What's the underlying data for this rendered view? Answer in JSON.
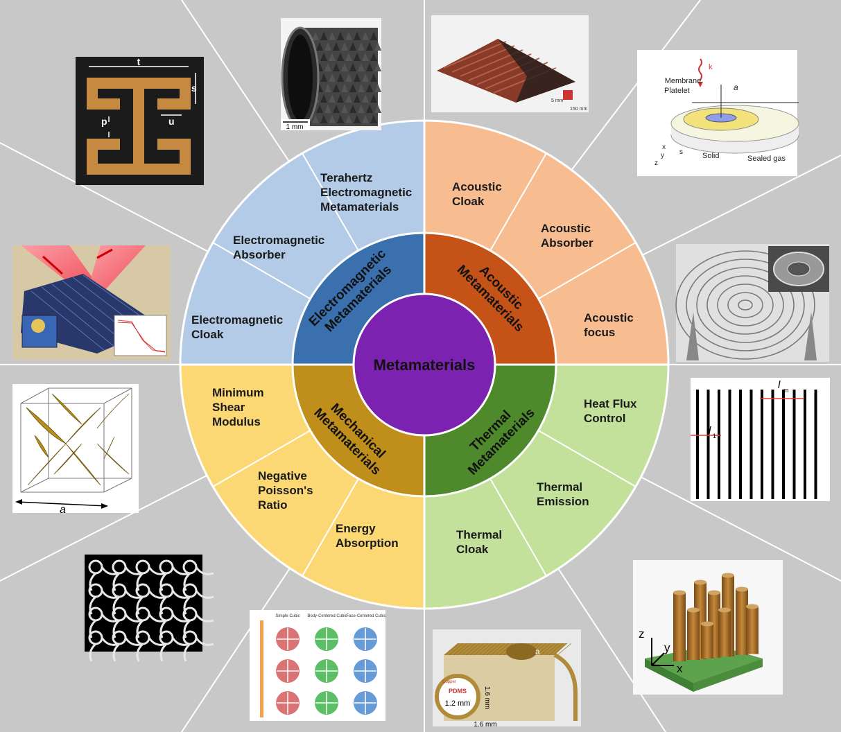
{
  "center": {
    "label": "Metamaterials"
  },
  "categories": [
    {
      "name": "Electromagnetic Metamaterials",
      "lines": [
        "Electromagnetic",
        "Metamaterials"
      ],
      "color": "#3a70ae",
      "items": [
        {
          "lines": [
            "Terahertz",
            "Electromagnetic",
            "Metamaterials"
          ]
        },
        {
          "lines": [
            "Electromagnetic",
            "Absorber"
          ]
        },
        {
          "lines": [
            "Electromagnetic",
            "Cloak"
          ]
        }
      ],
      "outer_color": "#b3cbe7"
    },
    {
      "name": "Acoustic Metamaterials",
      "lines": [
        "Acoustic",
        "Metamaterials"
      ],
      "color": "#c55216",
      "items": [
        {
          "lines": [
            "Acoustic",
            "Cloak"
          ]
        },
        {
          "lines": [
            "Acoustic",
            "Absorber"
          ]
        },
        {
          "lines": [
            "Acoustic",
            "focus"
          ]
        }
      ],
      "outer_color": "#f7bd91"
    },
    {
      "name": "Mechanical Metamaterials",
      "lines": [
        "Mechanical",
        "Metamaterials"
      ],
      "color": "#bf8e1b",
      "items": [
        {
          "lines": [
            "Minimum",
            "Shear",
            "Modulus"
          ]
        },
        {
          "lines": [
            "Negative",
            "Poisson's",
            "Ratio"
          ]
        },
        {
          "lines": [
            "Energy",
            "Absorption"
          ]
        }
      ],
      "outer_color": "#fbd874"
    },
    {
      "name": "Thermal Metamaterials",
      "lines": [
        "Thermal",
        "Metamaterials"
      ],
      "color": "#4e8a2c",
      "items": [
        {
          "lines": [
            "Heat Flux",
            "Control"
          ]
        },
        {
          "lines": [
            "Thermal",
            "Emission"
          ]
        },
        {
          "lines": [
            "Thermal",
            "Cloak"
          ]
        }
      ],
      "outer_color": "#c4e19c"
    }
  ],
  "colors": {
    "center": "#7b23b0",
    "background": "#c8c8c8"
  },
  "images": {
    "thz": {
      "t": "t",
      "s": "s",
      "p": "p",
      "u": "u"
    },
    "cloak_em": {
      "scale": "1 mm"
    },
    "acoustic_cloak": {
      "scale_a": "5 mm",
      "scale_b": "150 mm"
    },
    "membrane": {
      "k": "k",
      "membrane": "Membrane",
      "platelet": "Platelet",
      "solid": "Solid",
      "gas": "Sealed gas",
      "a": "a",
      "s": "s",
      "x": "x",
      "y": "y",
      "z": "z"
    },
    "heatflux": {
      "lm": "l",
      "lm_sub": "m",
      "l1": "l",
      "l1_sub": "1"
    },
    "shear": {
      "a": "a"
    },
    "energy": {
      "col1": "Simple Cubic",
      "col2": "Body-Centered Cubic",
      "col3": "Face-Centered Cubic"
    },
    "thermal_cloak": {
      "a": "a",
      "pdms": "PDMS",
      "copper": "Copper",
      "d1": "1.2 mm",
      "d2": "1.6 mm",
      "d3": "1.6 mm"
    },
    "emission": {
      "x": "x",
      "y": "y",
      "z": "z"
    }
  }
}
